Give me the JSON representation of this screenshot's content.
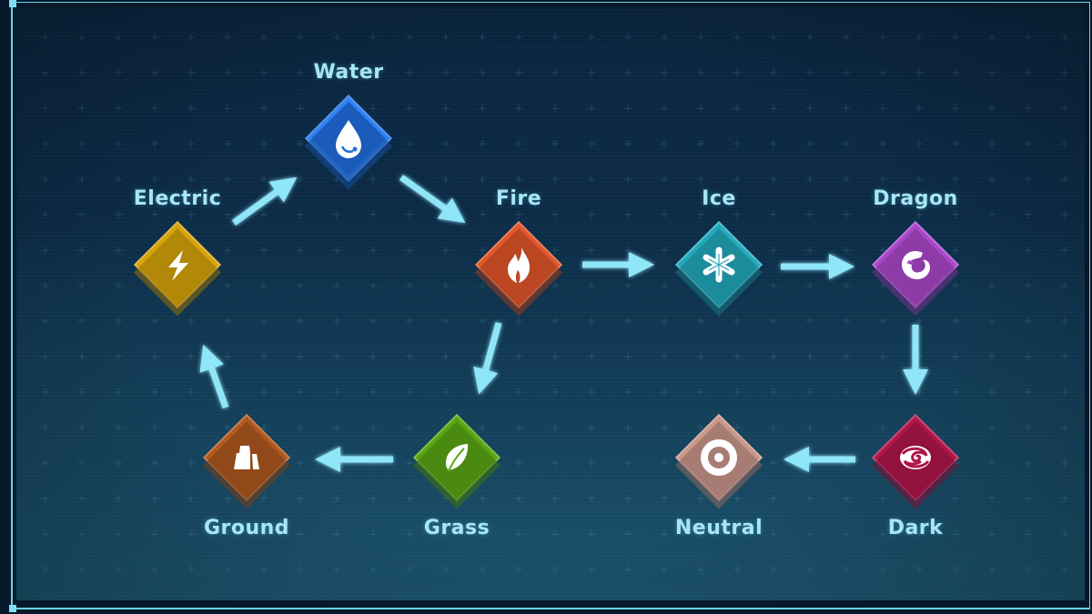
{
  "diagram": {
    "description": "Elemental type effectiveness chart",
    "accent_color": "#8fe6f8",
    "nodes": [
      {
        "id": "water",
        "label": "Water",
        "icon": "water-drop-icon",
        "color": "#1f6ee0",
        "label_position": "top"
      },
      {
        "id": "electric",
        "label": "Electric",
        "icon": "lightning-bolt-icon",
        "color": "#d6a30a",
        "label_position": "top"
      },
      {
        "id": "fire",
        "label": "Fire",
        "icon": "flame-icon",
        "color": "#e0562a",
        "label_position": "top"
      },
      {
        "id": "ice",
        "label": "Ice",
        "icon": "snowflake-icon",
        "color": "#22a9bb",
        "label_position": "top"
      },
      {
        "id": "dragon",
        "label": "Dragon",
        "icon": "dragon-head-icon",
        "color": "#a848c9",
        "label_position": "top"
      },
      {
        "id": "ground",
        "label": "Ground",
        "icon": "rock-icon",
        "color": "#b0581e",
        "label_position": "bottom"
      },
      {
        "id": "grass",
        "label": "Grass",
        "icon": "leaf-icon",
        "color": "#5aa514",
        "label_position": "bottom"
      },
      {
        "id": "neutral",
        "label": "Neutral",
        "icon": "ring-icon",
        "color": "#c9968a",
        "label_position": "bottom"
      },
      {
        "id": "dark",
        "label": "Dark",
        "icon": "swirl-icon",
        "color": "#b0154a",
        "label_position": "bottom"
      }
    ],
    "edges": [
      {
        "from": "electric",
        "to": "water"
      },
      {
        "from": "water",
        "to": "fire"
      },
      {
        "from": "fire",
        "to": "grass"
      },
      {
        "from": "grass",
        "to": "ground"
      },
      {
        "from": "ground",
        "to": "electric"
      },
      {
        "from": "fire",
        "to": "ice"
      },
      {
        "from": "ice",
        "to": "dragon"
      },
      {
        "from": "dragon",
        "to": "dark"
      },
      {
        "from": "dark",
        "to": "neutral"
      }
    ]
  }
}
